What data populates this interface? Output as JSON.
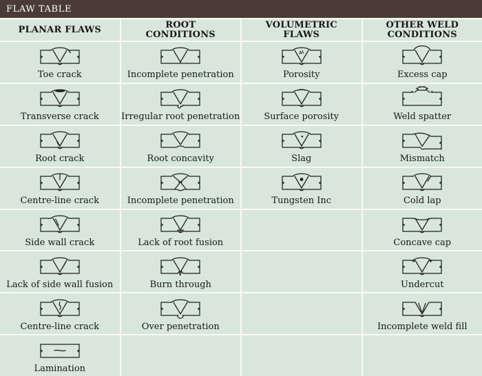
{
  "title": "FLAW TABLE",
  "colors": {
    "titlebar_bg": "#4a3c34",
    "titlebar_text": "#ffffff",
    "cell_bg": "#d9e6dc",
    "grid_line": "#fafbf5",
    "ink": "#161616",
    "diagram_stroke": "#1f1f1f"
  },
  "columns": [
    {
      "label": "PLANAR FLAWS"
    },
    {
      "label": "ROOT CONDITIONS"
    },
    {
      "label": "VOLUMETRIC FLAWS"
    },
    {
      "label": "OTHER WELD CONDITIONS"
    }
  ],
  "rows": [
    [
      {
        "label": "Toe crack",
        "icon": "toe-crack"
      },
      {
        "label": "Incomplete penetration",
        "icon": "incomplete-penetration"
      },
      {
        "label": "Porosity",
        "icon": "porosity"
      },
      {
        "label": "Excess cap",
        "icon": "excess-cap"
      }
    ],
    [
      {
        "label": "Transverse crack",
        "icon": "transverse-crack"
      },
      {
        "label": "Irregular root penetration",
        "icon": "irregular-root-penetration"
      },
      {
        "label": "Surface porosity",
        "icon": "surface-porosity"
      },
      {
        "label": "Weld spatter",
        "icon": "weld-spatter"
      }
    ],
    [
      {
        "label": "Root crack",
        "icon": "root-crack"
      },
      {
        "label": "Root concavity",
        "icon": "root-concavity"
      },
      {
        "label": "Slag",
        "icon": "slag"
      },
      {
        "label": "Mismatch",
        "icon": "mismatch"
      }
    ],
    [
      {
        "label": "Centre-line crack",
        "icon": "centre-line-crack"
      },
      {
        "label": "Incomplete penetration",
        "icon": "incomplete-penetration-double-v"
      },
      {
        "label": "Tungsten Inc",
        "icon": "tungsten-inclusion"
      },
      {
        "label": "Cold lap",
        "icon": "cold-lap"
      }
    ],
    [
      {
        "label": "Side wall crack",
        "icon": "side-wall-crack"
      },
      {
        "label": "Lack of root fusion",
        "icon": "lack-of-root-fusion"
      },
      null,
      {
        "label": "Concave cap",
        "icon": "concave-cap"
      }
    ],
    [
      {
        "label": "Lack of side wall fusion",
        "icon": "lack-of-side-wall-fusion"
      },
      {
        "label": "Burn through",
        "icon": "burn-through"
      },
      null,
      {
        "label": "Undercut",
        "icon": "undercut"
      }
    ],
    [
      {
        "label": "Centre-line crack",
        "icon": "centre-line-crack-zigzag"
      },
      {
        "label": "Over penetration",
        "icon": "over-penetration"
      },
      null,
      {
        "label": "Incomplete weld fill",
        "icon": "incomplete-weld-fill"
      }
    ],
    [
      {
        "label": "Lamination",
        "icon": "lamination"
      },
      null,
      null,
      null
    ]
  ]
}
